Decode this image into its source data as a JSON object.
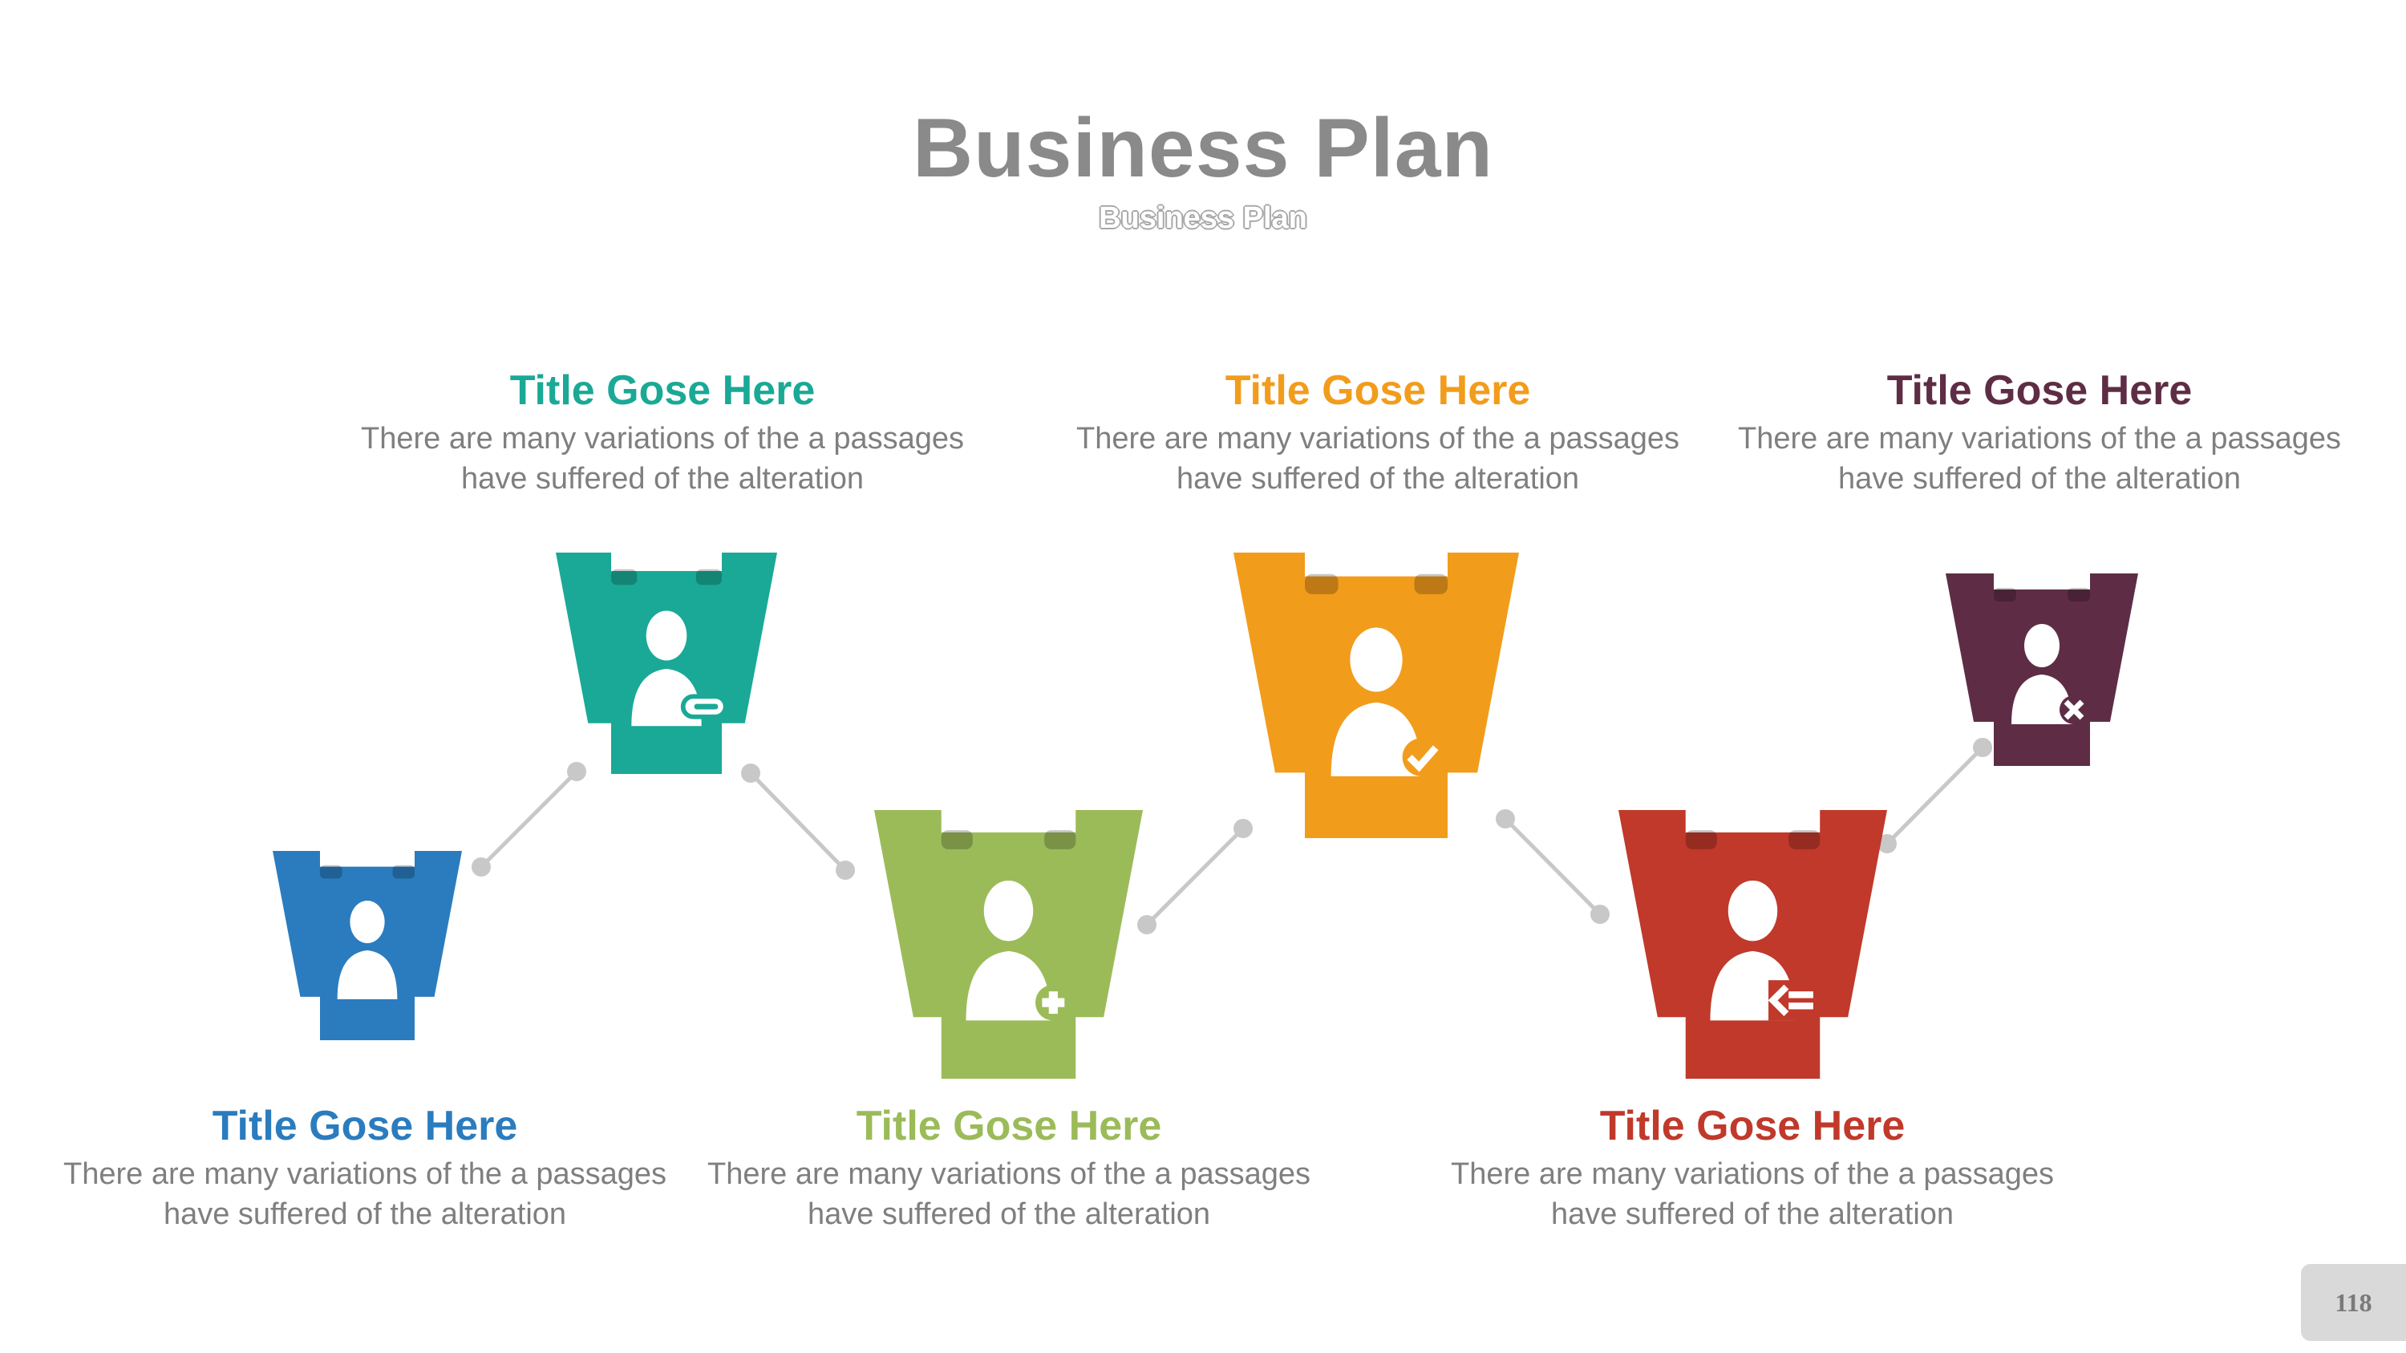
{
  "title": "Business Plan",
  "subtitle": "Business Plan",
  "page_number": "118",
  "colors": {
    "blue": "#2A7CBE",
    "teal": "#1AA996",
    "green": "#9BBB59",
    "orange": "#F29C1C",
    "red": "#C0392B",
    "purple": "#5E2D45",
    "connector": "#c8c8c8",
    "body_text": "#7f7f7f"
  },
  "steps": [
    {
      "title": "Title Gose Here",
      "line1": "There are many variations of the a passages",
      "line2": "have suffered  of the alteration",
      "color": "#2A7CBE",
      "icon": "user-icon"
    },
    {
      "title": "Title Gose Here",
      "line1": "There are many variations of the a passages",
      "line2": "have suffered  of the alteration",
      "color": "#1AA996",
      "icon": "user-card-icon"
    },
    {
      "title": "Title Gose Here",
      "line1": "There are many variations of the a passages",
      "line2": "have suffered  of the alteration",
      "color": "#9BBB59",
      "icon": "user-add-icon"
    },
    {
      "title": "Title Gose Here",
      "line1": "There are many variations of the a passages",
      "line2": "have suffered  of the alteration",
      "color": "#F29C1C",
      "icon": "user-check-icon"
    },
    {
      "title": "Title Gose Here",
      "line1": "There are many variations of the a passages",
      "line2": "have suffered  of the alteration",
      "color": "#C0392B",
      "icon": "user-back-icon"
    },
    {
      "title": "Title Gose Here",
      "line1": "There are many variations of the a passages",
      "line2": "have suffered  of the alteration",
      "color": "#5E2D45",
      "icon": "user-remove-icon"
    }
  ]
}
